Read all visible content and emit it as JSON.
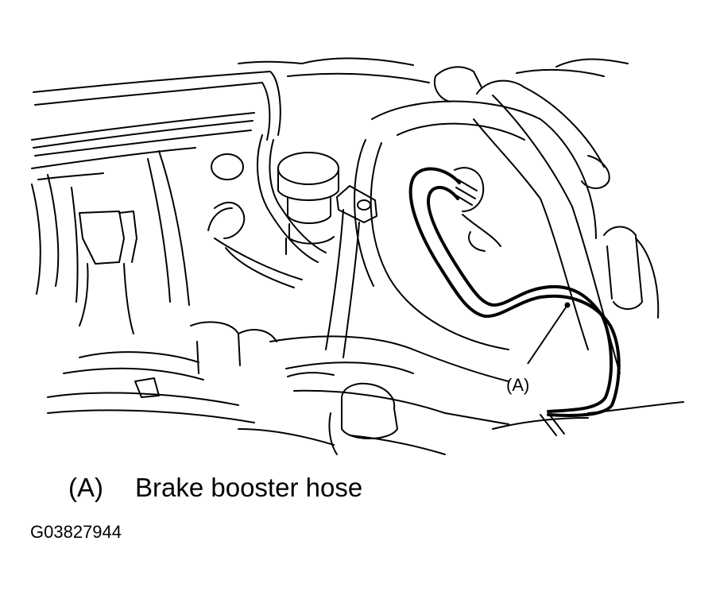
{
  "diagram": {
    "callout_label": "(A)"
  },
  "caption": {
    "ref": "(A)",
    "text": "Brake booster hose"
  },
  "figure_id": "G03827944"
}
